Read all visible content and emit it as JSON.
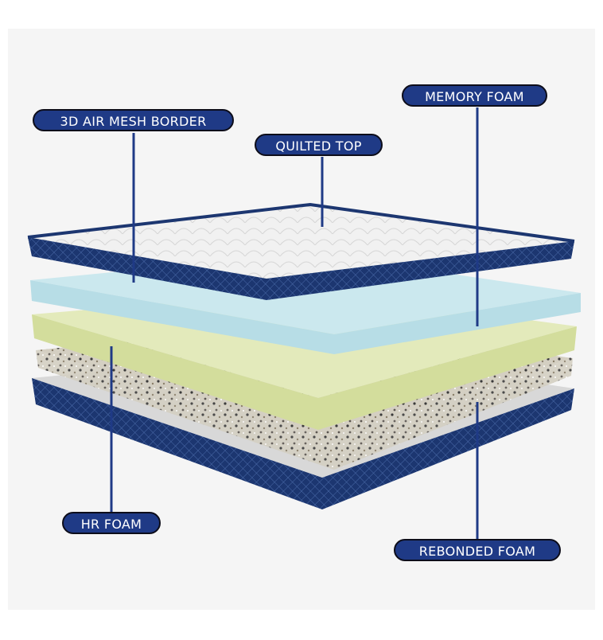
{
  "title": "Mattress layer diagram",
  "labels": {
    "air_mesh": "3D AIR MESH BORDER",
    "quilted_top": "QUILTED TOP",
    "memory_foam": "MEMORY FOAM",
    "hr_foam": "HR FOAM",
    "rebonded_foam": "REBONDED FOAM"
  },
  "colors": {
    "label_fill": "#1f3a86",
    "mesh_border": "#1c3670",
    "memory_foam": "#bfe2ea",
    "hr_foam": "#dbe4ad",
    "rebonded_foam": "#cfc9bb",
    "quilted_top": "#eeeeee"
  }
}
